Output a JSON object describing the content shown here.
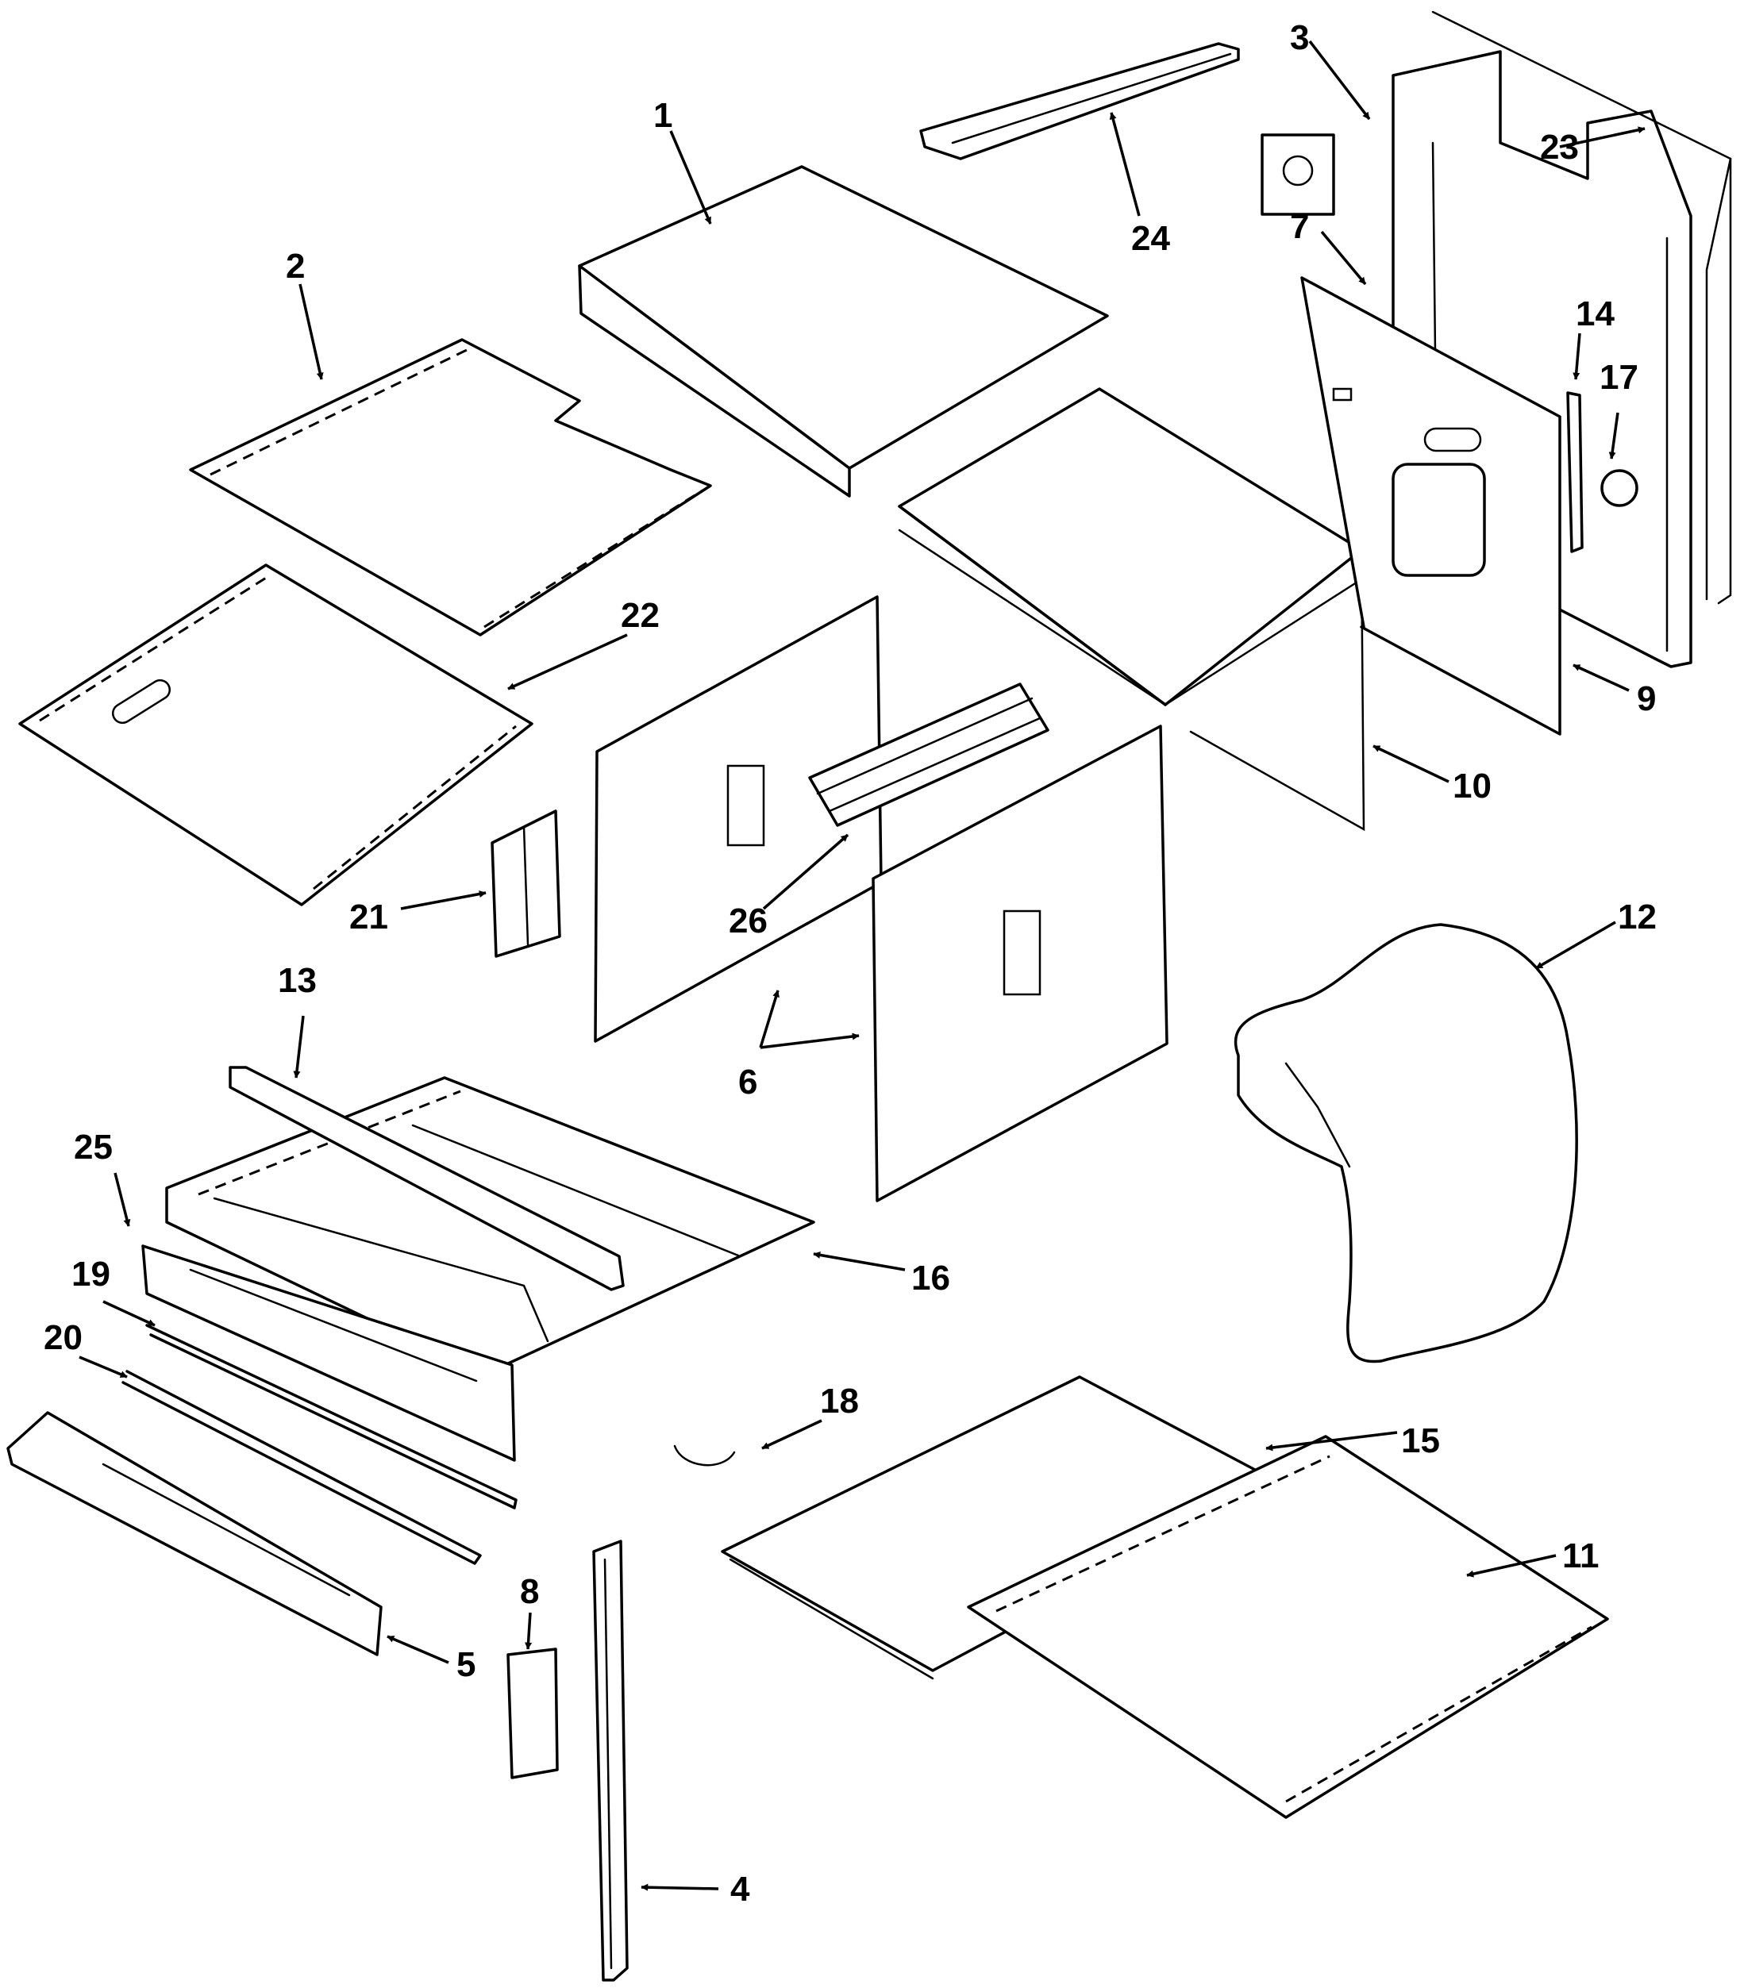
{
  "diagram": {
    "colors": {
      "line": "#000000",
      "background": "#ffffff"
    },
    "callouts": [
      "1",
      "2",
      "3",
      "4",
      "5",
      "6",
      "7",
      "8",
      "9",
      "10",
      "11",
      "12",
      "13",
      "14",
      "15",
      "16",
      "17",
      "18",
      "19",
      "20",
      "21",
      "22",
      "23",
      "24",
      "25",
      "26"
    ]
  }
}
